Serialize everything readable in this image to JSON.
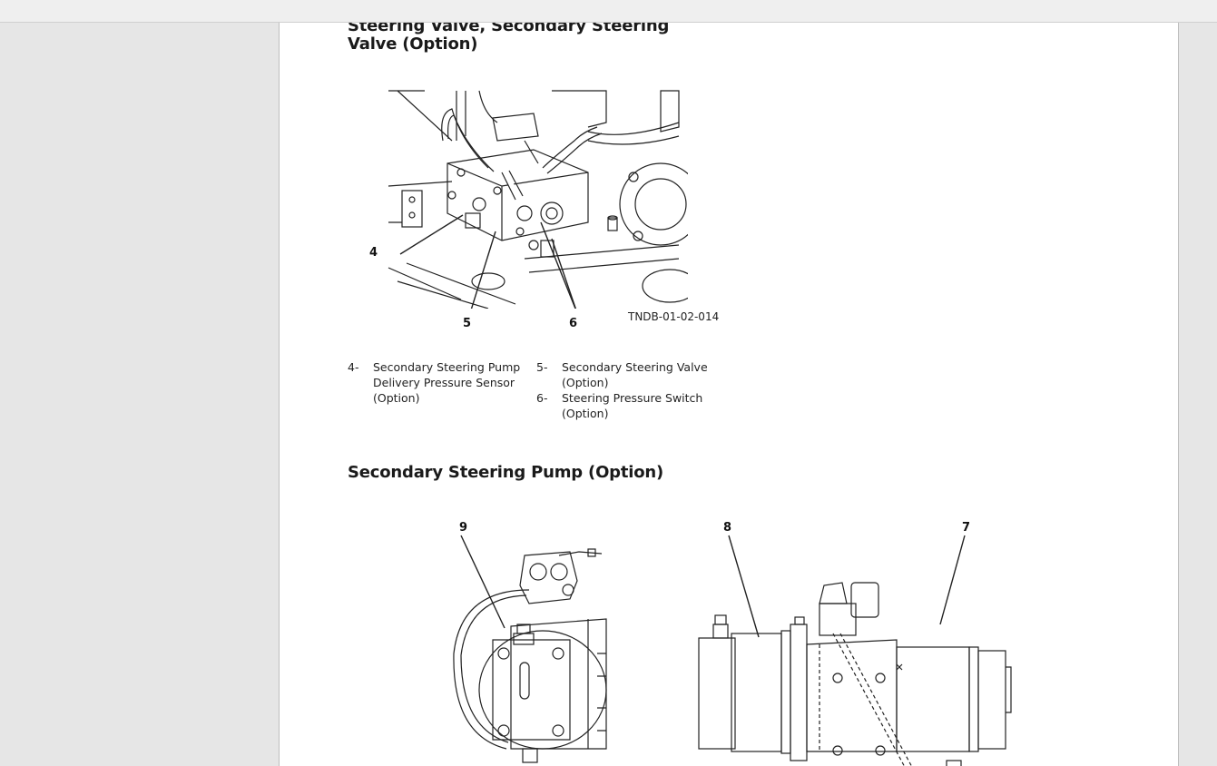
{
  "section1": {
    "title": "Steering Valve, Secondary Steering Valve (Option)",
    "figure_code": "TNDB-01-02-014",
    "callouts": [
      "4",
      "5",
      "6"
    ],
    "legend": [
      {
        "num": "4-",
        "text": "Secondary Steering Pump Delivery Pressure Sensor (Option)"
      },
      {
        "num": "5-",
        "text": "Secondary Steering Valve (Option)"
      },
      {
        "num": "6-",
        "text": "Steering Pressure Switch (Option)"
      }
    ]
  },
  "section2": {
    "title": "Secondary Steering Pump (Option)",
    "callouts": [
      "9",
      "8",
      "7"
    ]
  }
}
